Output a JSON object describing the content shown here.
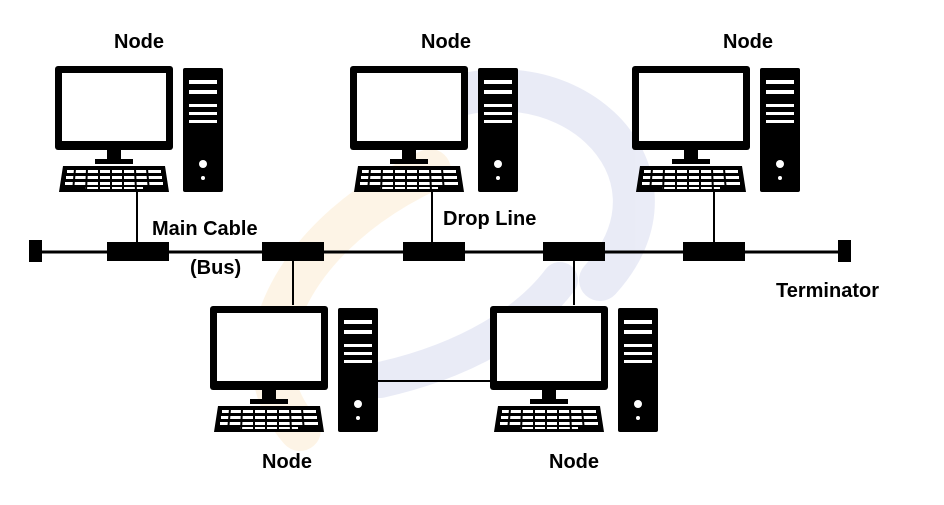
{
  "diagram": {
    "node_label": "Node",
    "labels": {
      "main_cable": "Main Cable",
      "bus": "(Bus)",
      "drop_line": "Drop Line",
      "terminator": "Terminator"
    },
    "colors": {
      "ink": "#000000",
      "screen": "#ffffff",
      "watermark_orange": "#f5a623",
      "watermark_blue": "#3f51b5"
    },
    "nodes": [
      {
        "name": "node-top-left",
        "icon": "desktop-computer-icon"
      },
      {
        "name": "node-top-center",
        "icon": "desktop-computer-icon"
      },
      {
        "name": "node-top-right",
        "icon": "desktop-computer-icon"
      },
      {
        "name": "node-bottom-left",
        "icon": "desktop-computer-icon"
      },
      {
        "name": "node-bottom-right",
        "icon": "desktop-computer-icon"
      }
    ]
  }
}
